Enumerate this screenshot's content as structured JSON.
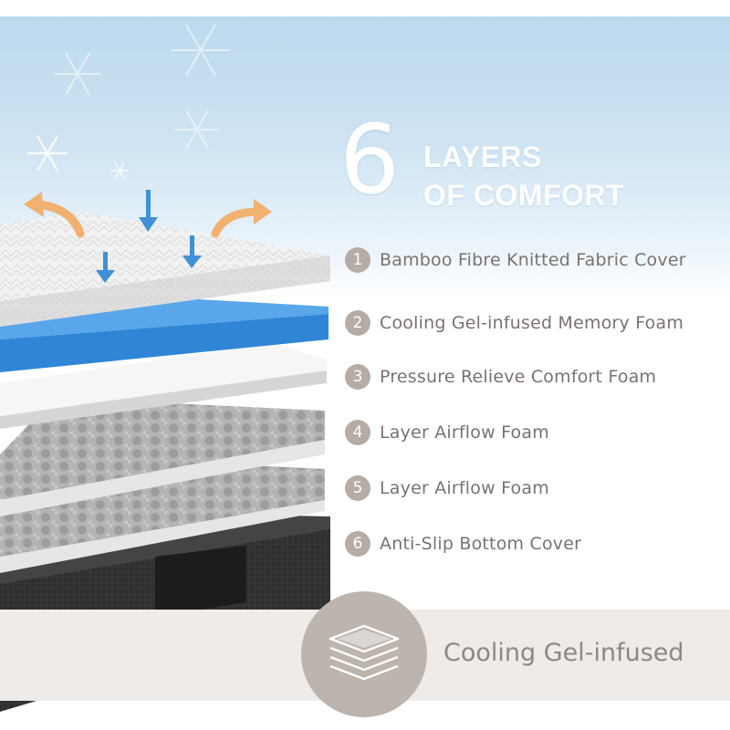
{
  "headline": {
    "number": "6",
    "line1": "LAYERS",
    "line2": "OF COMFORT"
  },
  "layers": [
    {
      "number": "1",
      "label": "Bamboo Fibre Knitted Fabric Cover"
    },
    {
      "number": "2",
      "label": "Cooling Gel-infused Memory Foam"
    },
    {
      "number": "3",
      "label": "Pressure Relieve Comfort Foam"
    },
    {
      "number": "4",
      "label": "Layer Airflow Foam"
    },
    {
      "number": "5",
      "label": "Layer Airflow Foam"
    },
    {
      "number": "6",
      "label": "Anti-Slip Bottom Cover"
    }
  ],
  "feature": {
    "label": "Cooling Gel-infused",
    "icon": "layers-icon"
  },
  "colors": {
    "sky": "#cfe4f3",
    "gel_layer": "#2f86d6",
    "airflow_foam": "#b9b9b9",
    "bottom_cover": "#2b2b2b",
    "badge": "#b5aca6",
    "text": "#7a726e",
    "arrow_warm": "#f2b071",
    "arrow_cool": "#3f90d8"
  }
}
